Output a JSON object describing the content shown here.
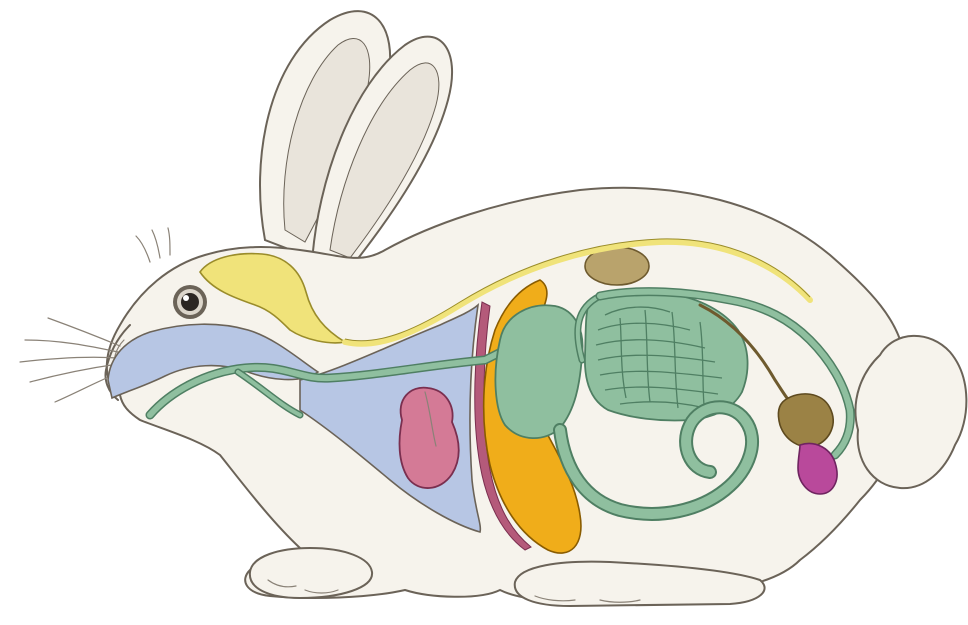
{
  "diagram": {
    "subject": "rabbit-internal-anatomy",
    "labels_present": false,
    "colors": {
      "fur": "#f6f3ec",
      "ear_inner": "#e9e4db",
      "shading": "#dcd6cb",
      "outline": "#6b6358",
      "nervous_system": "#f0e37a",
      "digestive_tract": "#8fbf9f",
      "digestive_outline": "#4f7f63",
      "respiratory_and_mouth": "#b7c6e4",
      "liver": "#f0ad1a",
      "heart": "#d47a96",
      "kidney": "#b9a36c",
      "diaphragm": "#b45a7a",
      "bladder": "#9b8245",
      "reproductive": "#b9499b"
    },
    "structures": [
      "brain-and-spinal-cord",
      "mouth-and-throat",
      "esophagus",
      "trachea-and-lungs",
      "heart",
      "diaphragm",
      "liver",
      "stomach",
      "kidney",
      "small-intestine",
      "caecum",
      "colon",
      "bladder",
      "reproductive-organ",
      "eye",
      "whiskers",
      "tail"
    ]
  }
}
